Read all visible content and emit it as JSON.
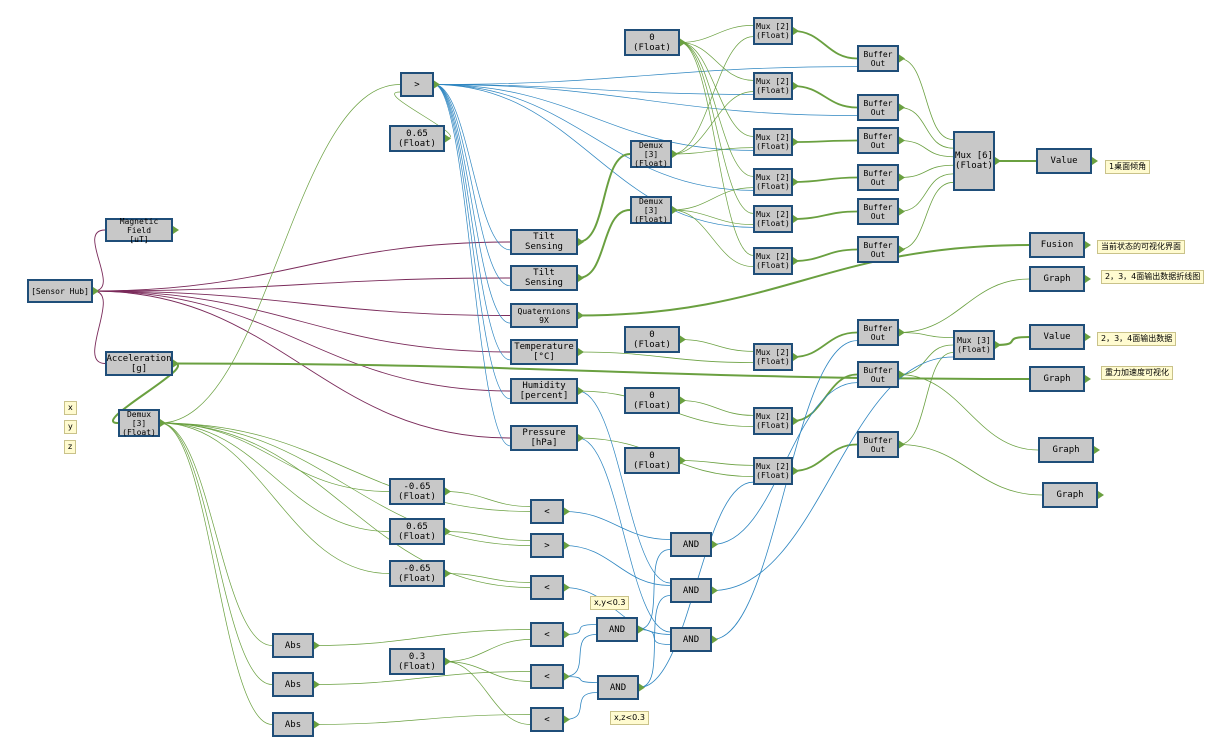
{
  "colors": {
    "green": "#6aa040",
    "blue": "#2e86c1",
    "purple": "#7a2a5a",
    "node_fill": "#c8c8c8",
    "node_border": "#1f4e79",
    "note_fill": "#fffbd0"
  },
  "nodes": {
    "sensor_hub": "[Sensor Hub]",
    "magnetic_field": "Magnetic Field\n[uT]",
    "acceleration": "Acceleration\n[g]",
    "demux3_accel": "Demux [3]\n(Float)",
    "gt_top": ">",
    "c065_top": "0.65\n(Float)",
    "tilt1": "Tilt\nSensing",
    "tilt2": "Tilt\nSensing",
    "quaternions": "Quaternions 9X",
    "temperature": "Temperature\n[°C]",
    "humidity": "Humidity\n[percent]",
    "pressure": "Pressure\n[hPa]",
    "zero_top": "0\n(Float)",
    "demux3_a": "Demux [3]\n(Float)",
    "demux3_b": "Demux [3]\n(Float)",
    "mux2_1": "Mux [2]\n(Float)",
    "mux2_2": "Mux [2]\n(Float)",
    "mux2_3": "Mux [2]\n(Float)",
    "mux2_4": "Mux [2]\n(Float)",
    "mux2_5": "Mux [2]\n(Float)",
    "mux2_6": "Mux [2]\n(Float)",
    "buf1": "Buffer\nOut",
    "buf2": "Buffer\nOut",
    "buf3": "Buffer\nOut",
    "buf4": "Buffer\nOut",
    "buf5": "Buffer\nOut",
    "buf6": "Buffer\nOut",
    "mux6": "Mux [6]\n(Float)",
    "value_top": "Value",
    "fusion": "Fusion",
    "graph1": "Graph",
    "zero_m1": "0\n(Float)",
    "mux2_7": "Mux [2]\n(Float)",
    "buf7": "Buffer\nOut",
    "buf8": "Buffer\nOut",
    "mux3": "Mux [3]\n(Float)",
    "value_mid": "Value",
    "graph2": "Graph",
    "zero_m2": "0\n(Float)",
    "mux2_8": "Mux [2]\n(Float)",
    "zero_m3": "0\n(Float)",
    "mux2_9": "Mux [2]\n(Float)",
    "buf9": "Buffer\nOut",
    "graph3": "Graph",
    "graph4": "Graph",
    "cm065_1": "-0.65\n(Float)",
    "c065_mid": "0.65\n(Float)",
    "cm065_2": "-0.65\n(Float)",
    "lt1": "<",
    "gt_mid": ">",
    "lt2": "<",
    "and1": "AND",
    "and2": "AND",
    "and3": "AND",
    "and4": "AND",
    "and5": "AND",
    "abs1": "Abs",
    "abs2": "Abs",
    "abs3": "Abs",
    "c03": "0.3\n(Float)",
    "lt3": "<",
    "lt4": "<",
    "lt5": "<"
  },
  "notes": {
    "x": "x",
    "y": "y",
    "z": "z",
    "tilt_angle": "1桌面倾角",
    "current_state": "当前状态的可视化界面",
    "line_chart": "2，3，4面输出数据折线图",
    "output_data": "2，3，4面输出数据",
    "gravity": "重力加速度可视化",
    "xy_cond": "x,y<0.3",
    "xz_cond": "x,z<0.3"
  }
}
